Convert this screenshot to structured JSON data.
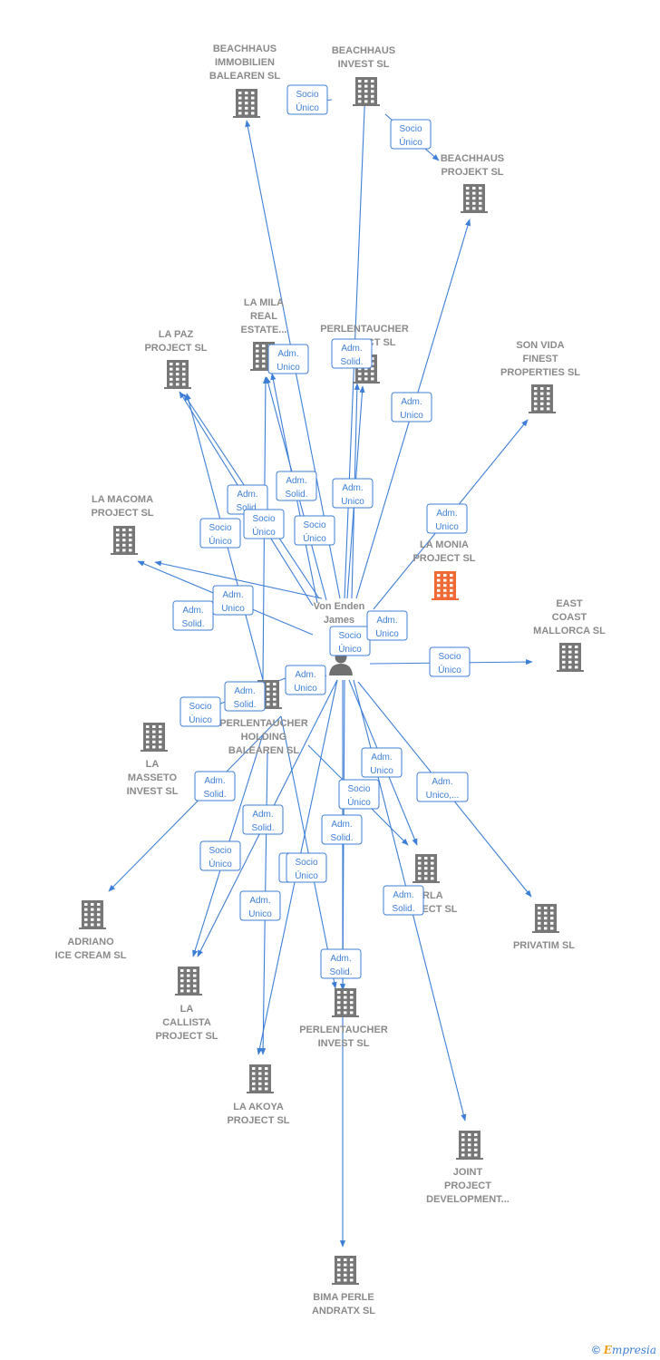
{
  "colors": {
    "edge": "#3d7fd6",
    "building": "#777777",
    "highlight": "#f06a35",
    "label": "#8a8a8a"
  },
  "center": {
    "label_lines": [
      "Von Enden",
      "James",
      "C..."
    ],
    "icon": "person-icon"
  },
  "nodes": [
    {
      "id": "beachhaus-immobilien",
      "label_lines": [
        "BEACHHAUS",
        "IMMOBILIEN",
        "BALEAREN  SL"
      ],
      "icon": "building-icon"
    },
    {
      "id": "beachhaus-invest",
      "label_lines": [
        "BEACHHAUS",
        "INVEST  SL"
      ],
      "icon": "building-icon"
    },
    {
      "id": "beachhaus-projekt",
      "label_lines": [
        "BEACHHAUS",
        "PROJEKT  SL"
      ],
      "icon": "building-icon"
    },
    {
      "id": "la-mila",
      "label_lines": [
        "LA MILA",
        "REAL",
        "ESTATE..."
      ],
      "icon": "building-icon"
    },
    {
      "id": "la-paz",
      "label_lines": [
        "LA PAZ",
        "PROJECT  SL"
      ],
      "icon": "building-icon"
    },
    {
      "id": "perlentaucher-project",
      "label_lines": [
        "PERLENTAUCHER",
        "PROJECT  SL"
      ],
      "icon": "building-icon"
    },
    {
      "id": "son-vida",
      "label_lines": [
        "SON VIDA",
        "FINEST",
        "PROPERTIES SL"
      ],
      "icon": "building-icon"
    },
    {
      "id": "la-macoma",
      "label_lines": [
        "LA MACOMA",
        "PROJECT  SL"
      ],
      "icon": "building-icon"
    },
    {
      "id": "la-monia",
      "label_lines": [
        "LA MONIA",
        "PROJECT  SL"
      ],
      "icon": "building-icon",
      "highlight": true
    },
    {
      "id": "east-coast",
      "label_lines": [
        "EAST",
        "COAST",
        "MALLORCA  SL"
      ],
      "icon": "building-icon"
    },
    {
      "id": "perlentaucher-holding",
      "label_lines": [
        "PERLENTAUCHER",
        "HOLDING",
        "BALEAREN  SL"
      ],
      "icon": "building-icon"
    },
    {
      "id": "la-masseto",
      "label_lines": [
        "LA",
        "MASSETO",
        "INVEST  SL"
      ],
      "icon": "building-icon"
    },
    {
      "id": "perla-project",
      "label_lines": [
        "PERLA",
        "PROJECT  SL"
      ],
      "icon": "building-icon"
    },
    {
      "id": "privatim",
      "label_lines": [
        "PRIVATIM SL"
      ],
      "icon": "building-icon"
    },
    {
      "id": "adriano",
      "label_lines": [
        "ADRIANO",
        "ICE CREAM SL"
      ],
      "icon": "building-icon"
    },
    {
      "id": "la-callista",
      "label_lines": [
        "LA",
        "CALLISTA",
        "PROJECT  SL"
      ],
      "icon": "building-icon"
    },
    {
      "id": "perlentaucher-invest",
      "label_lines": [
        "PERLENTAUCHER",
        "INVEST  SL"
      ],
      "icon": "building-icon"
    },
    {
      "id": "la-akoya",
      "label_lines": [
        "LA AKOYA",
        "PROJECT  SL"
      ],
      "icon": "building-icon"
    },
    {
      "id": "joint-project",
      "label_lines": [
        "JOINT",
        "PROJECT",
        "DEVELOPMENT..."
      ],
      "icon": "building-icon"
    },
    {
      "id": "bima-perle",
      "label_lines": [
        "BIMA PERLE",
        "ANDRATX  SL"
      ],
      "icon": "building-icon"
    }
  ],
  "edge_labels": [
    {
      "lines": [
        "Socio",
        "Único"
      ]
    },
    {
      "lines": [
        "Socio",
        "Único"
      ]
    },
    {
      "lines": [
        "Adm.",
        "Unico"
      ]
    },
    {
      "lines": [
        "Adm.",
        "Solid."
      ]
    },
    {
      "lines": [
        "Adm.",
        "Unico"
      ]
    },
    {
      "lines": [
        "Adm.",
        "Unico"
      ]
    },
    {
      "lines": [
        "Adm.",
        "Solid."
      ]
    },
    {
      "lines": [
        "Adm.",
        "Solid."
      ]
    },
    {
      "lines": [
        "Adm.",
        "Unico"
      ]
    },
    {
      "lines": [
        "Socio",
        "Único"
      ]
    },
    {
      "lines": [
        "Socio",
        "Único"
      ]
    },
    {
      "lines": [
        "Socio",
        "Único"
      ]
    },
    {
      "lines": [
        "Adm.",
        "Unico"
      ]
    },
    {
      "lines": [
        "Adm.",
        "Solid."
      ]
    },
    {
      "lines": [
        "Socio",
        "Único"
      ]
    },
    {
      "lines": [
        "Adm.",
        "Unico"
      ]
    },
    {
      "lines": [
        "Socio",
        "Único"
      ]
    },
    {
      "lines": [
        "Adm.",
        "Solid."
      ]
    },
    {
      "lines": [
        "Adm.",
        "Unico"
      ]
    },
    {
      "lines": [
        "Socio",
        "Único"
      ]
    },
    {
      "lines": [
        "Adm.",
        "Solid."
      ]
    },
    {
      "lines": [
        "Adm.",
        "Unico"
      ]
    },
    {
      "lines": [
        "Adm.",
        "Unico,..."
      ]
    },
    {
      "lines": [
        "Adm.",
        "Solid."
      ]
    },
    {
      "lines": [
        "Socio",
        "Único"
      ]
    },
    {
      "lines": [
        "Adm.",
        "Solid."
      ]
    },
    {
      "lines": [
        "Adm.",
        "Unico"
      ]
    },
    {
      "lines": [
        "Socio",
        "Único"
      ]
    },
    {
      "lines": [
        "Adm.",
        "Unico"
      ]
    },
    {
      "lines": [
        "Socio",
        "Único"
      ]
    },
    {
      "lines": [
        "Adm.",
        "Solid."
      ]
    },
    {
      "lines": [
        "Adm.",
        "Solid."
      ]
    }
  ],
  "footer": {
    "copyright": "©",
    "brand_initial": "E",
    "brand_rest": "mpresia"
  }
}
